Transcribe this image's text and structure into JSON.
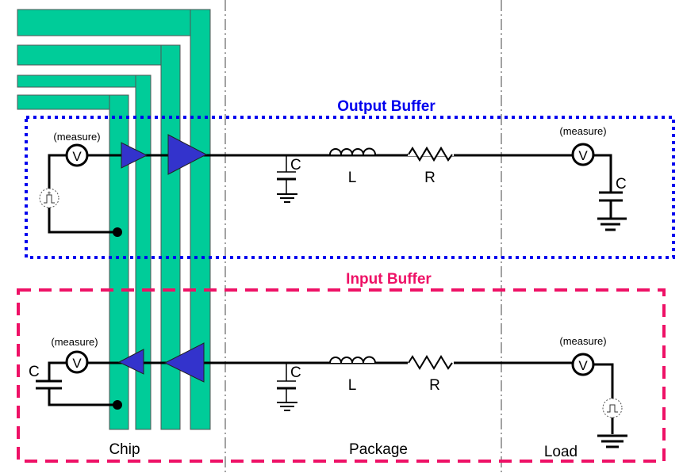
{
  "titles": {
    "output_buffer": "Output Buffer",
    "input_buffer": "Input Buffer"
  },
  "regions": {
    "chip": "Chip",
    "package": "Package",
    "load": "Load"
  },
  "components": {
    "measure": "(measure)",
    "voltmeter": "V",
    "capacitor": "C",
    "inductor": "L",
    "resistor": "R"
  },
  "colors": {
    "output_box": "#0000ee",
    "input_box": "#ee1166",
    "metal": "#00cc99",
    "buffer": "#3333cc"
  }
}
